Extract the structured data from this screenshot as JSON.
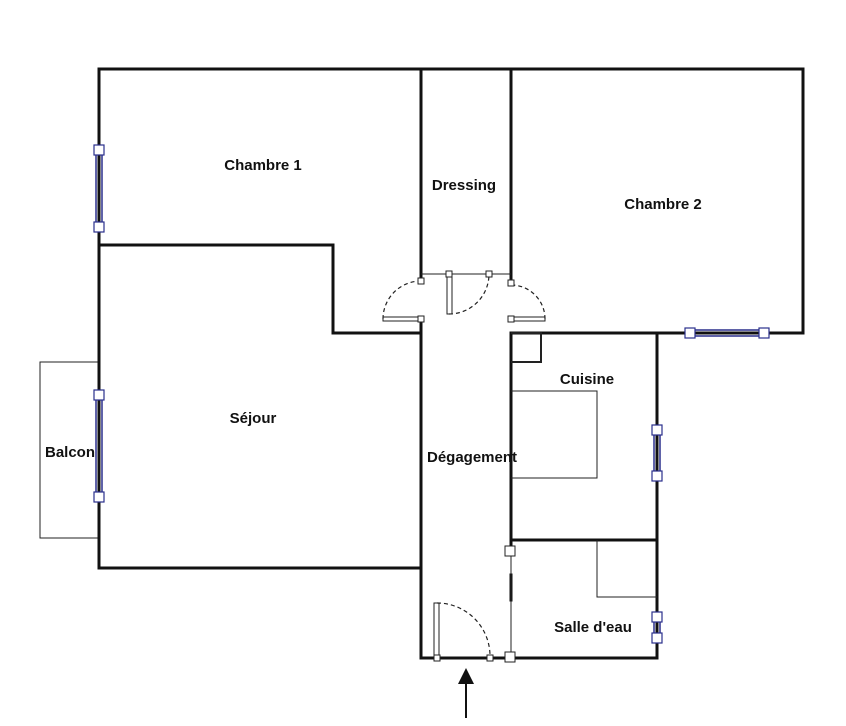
{
  "rooms": {
    "chambre1": "Chambre 1",
    "dressing": "Dressing",
    "chambre2": "Chambre 2",
    "cuisine": "Cuisine",
    "sejour": "Séjour",
    "balcon": "Balcon",
    "degagement": "Dégagement",
    "salle_eau": "Salle d'eau"
  }
}
